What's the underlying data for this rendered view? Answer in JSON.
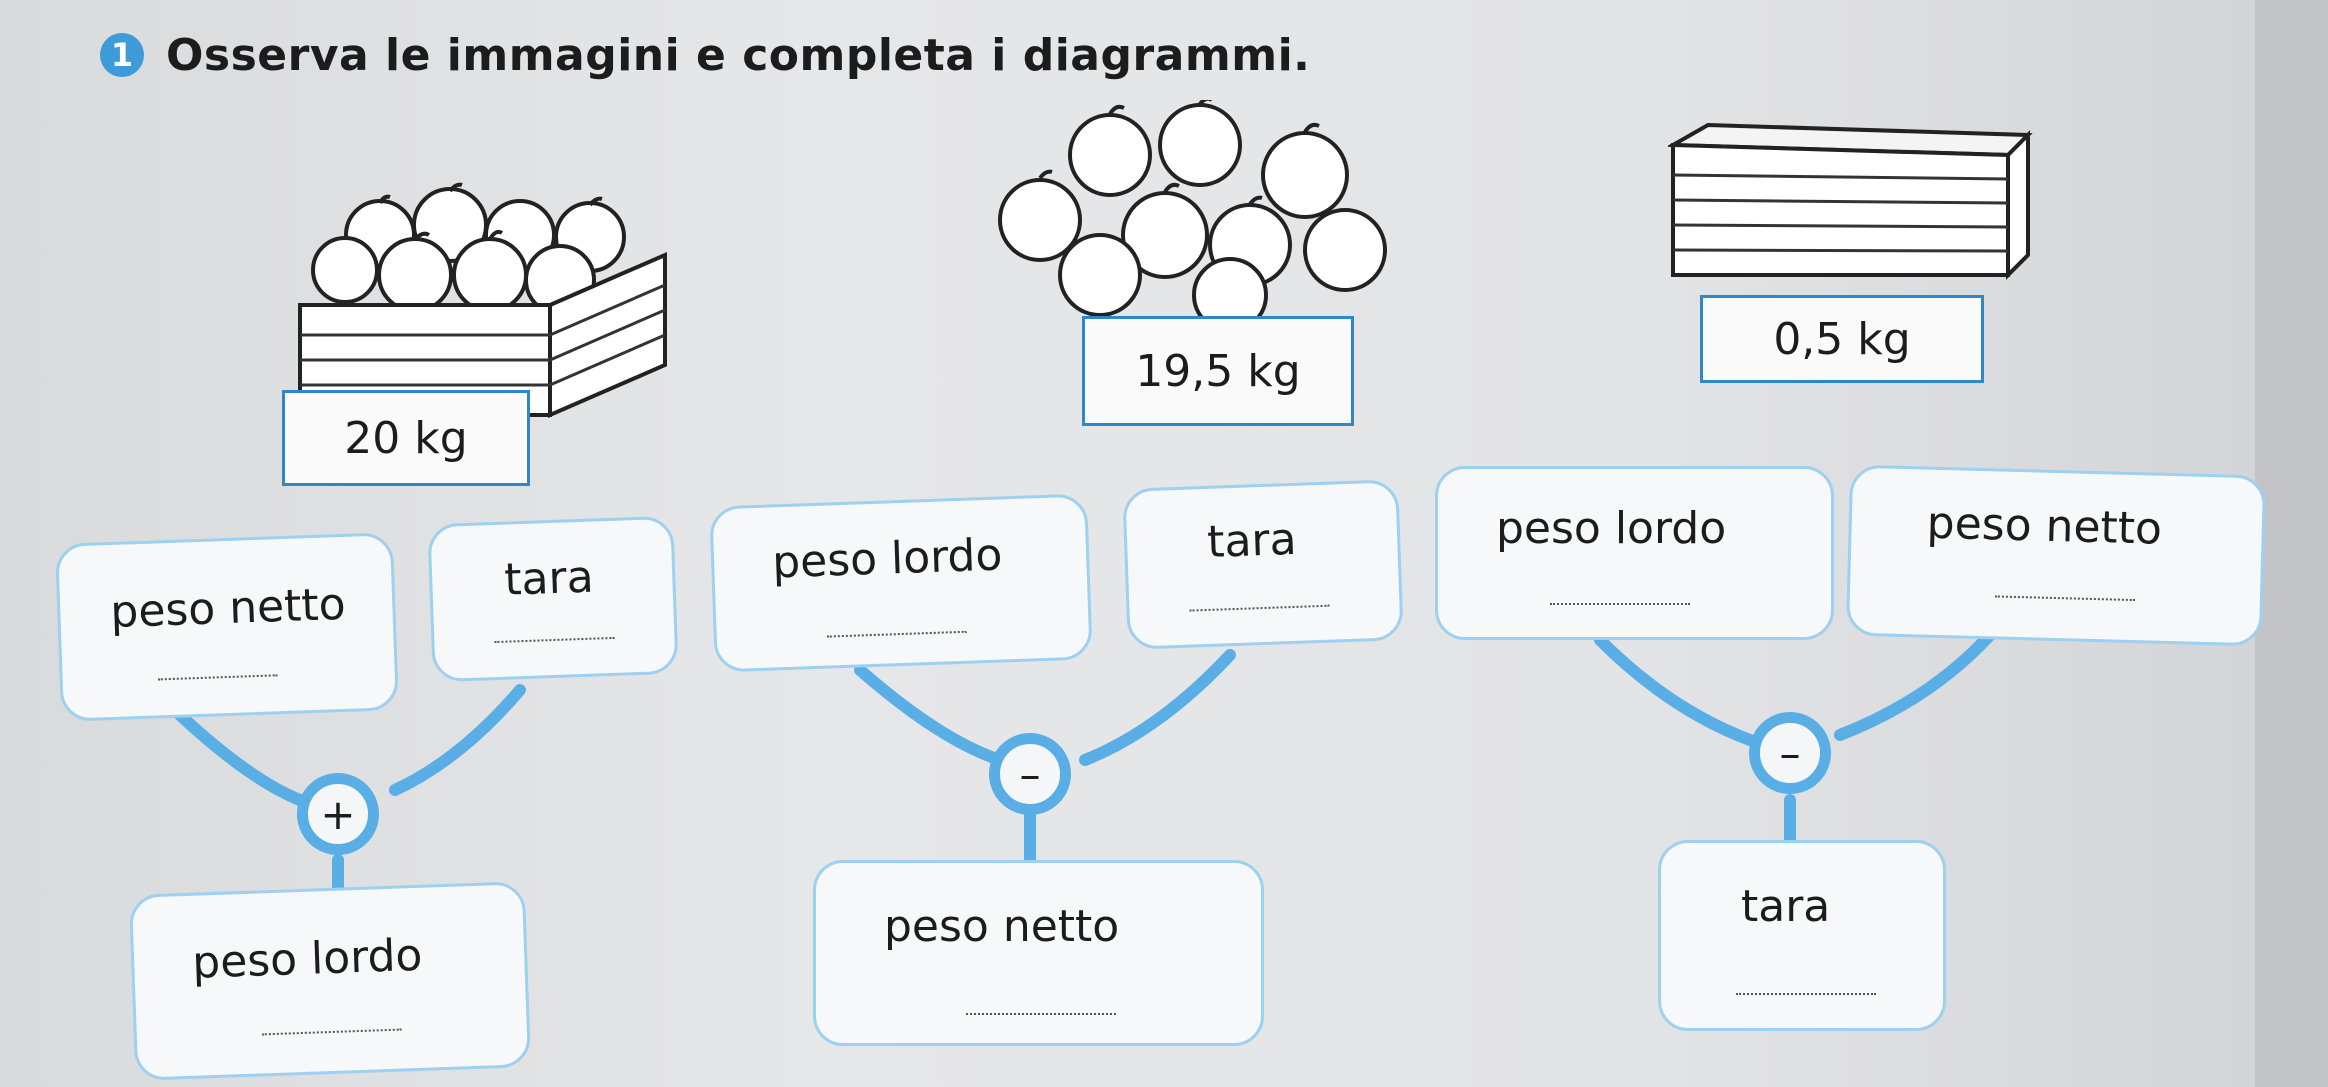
{
  "exercise": {
    "number": "1",
    "instruction": "Osserva le immagini e completa i diagrammi."
  },
  "illustrations": [
    {
      "name": "crate-with-apples",
      "weight": "20 kg"
    },
    {
      "name": "loose-apples",
      "weight": "19,5 kg"
    },
    {
      "name": "empty-crate",
      "weight": "0,5 kg"
    }
  ],
  "diagrams": [
    {
      "operator": "+",
      "inputs": [
        "peso netto",
        "tara"
      ],
      "result": "peso lordo"
    },
    {
      "operator": "–",
      "inputs": [
        "peso lordo",
        "tara"
      ],
      "result": "peso netto"
    },
    {
      "operator": "–",
      "inputs": [
        "peso lordo",
        "peso netto"
      ],
      "result": "tara"
    }
  ],
  "colors": {
    "accent": "#5aaee6",
    "card_border": "#9ed0ef",
    "label_border": "#2f86c9"
  }
}
